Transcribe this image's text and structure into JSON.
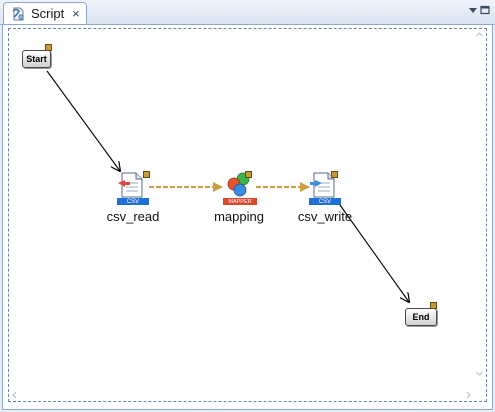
{
  "tab": {
    "title": "Script",
    "close_glyph": "×",
    "icon": "script-icon"
  },
  "toolbar": {
    "view_menu_icon": "chevron-down-icon",
    "maximize_icon": "maximize-icon"
  },
  "diagram": {
    "nodes": [
      {
        "id": "start",
        "label": "Start",
        "kind": "terminal"
      },
      {
        "id": "csv_read",
        "label": "csv_read",
        "kind": "csv",
        "badge": "CSV",
        "icon": "csv-read-icon"
      },
      {
        "id": "mapping",
        "label": "mapping",
        "kind": "mapper",
        "badge": "MAPPER",
        "icon": "mapper-icon"
      },
      {
        "id": "csv_write",
        "label": "csv_write",
        "kind": "csv",
        "badge": "CSV",
        "icon": "csv-write-icon"
      },
      {
        "id": "end",
        "label": "End",
        "kind": "terminal"
      }
    ],
    "flow_edges": [
      {
        "from": "start",
        "to": "csv_read",
        "type": "process-flow"
      },
      {
        "from": "csv_write",
        "to": "end",
        "type": "process-flow"
      }
    ],
    "data_edges": [
      {
        "from": "csv_read",
        "to": "mapping",
        "type": "data-flow"
      },
      {
        "from": "mapping",
        "to": "csv_write",
        "type": "data-flow"
      }
    ],
    "colors": {
      "process_flow": "#000000",
      "data_flow": "#c9a043",
      "csv_badge": "#1f6fd6",
      "mapper_badge": "#d84a2e"
    }
  }
}
